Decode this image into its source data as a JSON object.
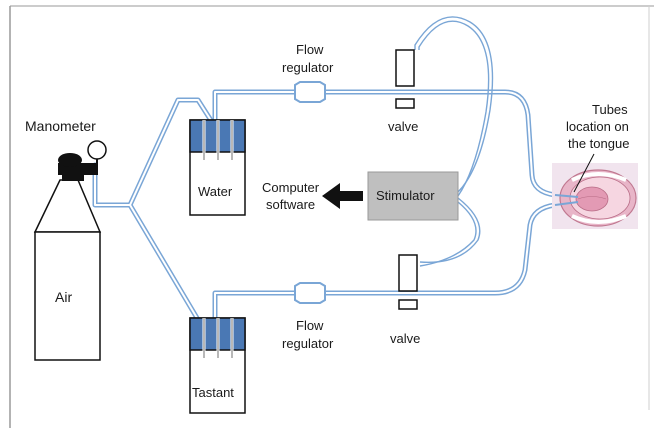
{
  "labels": {
    "manometer": "Manometer",
    "air": "Air",
    "water": "Water",
    "tastant": "Tastant",
    "flow_regulator_top_1": "Flow",
    "flow_regulator_top_2": "regulator",
    "flow_regulator_bottom_1": "Flow",
    "flow_regulator_bottom_2": "regulator",
    "valve_top": "valve",
    "valve_bottom": "valve",
    "stimulator": "Stimulator",
    "computer_1": "Computer",
    "computer_2": "software",
    "tongue_1": "Tubes",
    "tongue_2": "location on",
    "tongue_3": "the tongue"
  },
  "colors": {
    "tube": "#7aa6d6",
    "tube_inner": "#ffffff",
    "bottle_fill": "#4a78b4",
    "stimulator_fill": "#bfbfbf",
    "line": "#111111",
    "mouth": "#e8b5c8",
    "frame": "#9a9a9a"
  }
}
